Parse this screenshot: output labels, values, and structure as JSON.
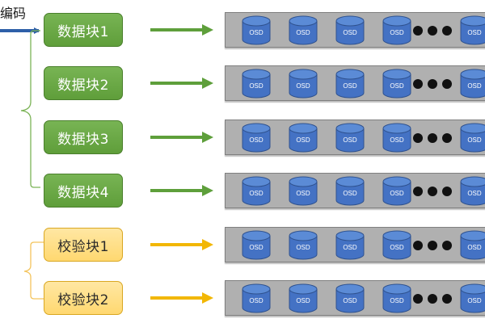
{
  "encode_label": "编码",
  "osd_label": "OSD",
  "colors": {
    "data_block": "#6aab45",
    "parity_block": "#ffe08a",
    "data_arrow": "#5e9f3b",
    "parity_arrow": "#f2b705",
    "input_arrow": "#2e5fa8",
    "rack": "#b0b0b0",
    "disk": "#4472c4",
    "brace_data": "#7bb356",
    "brace_parity": "#f3c45c"
  },
  "blocks": [
    {
      "label": "数据块1",
      "kind": "data"
    },
    {
      "label": "数据块2",
      "kind": "data"
    },
    {
      "label": "数据块3",
      "kind": "data"
    },
    {
      "label": "数据块4",
      "kind": "data"
    },
    {
      "label": "校验块1",
      "kind": "parity"
    },
    {
      "label": "校验块2",
      "kind": "parity"
    }
  ]
}
